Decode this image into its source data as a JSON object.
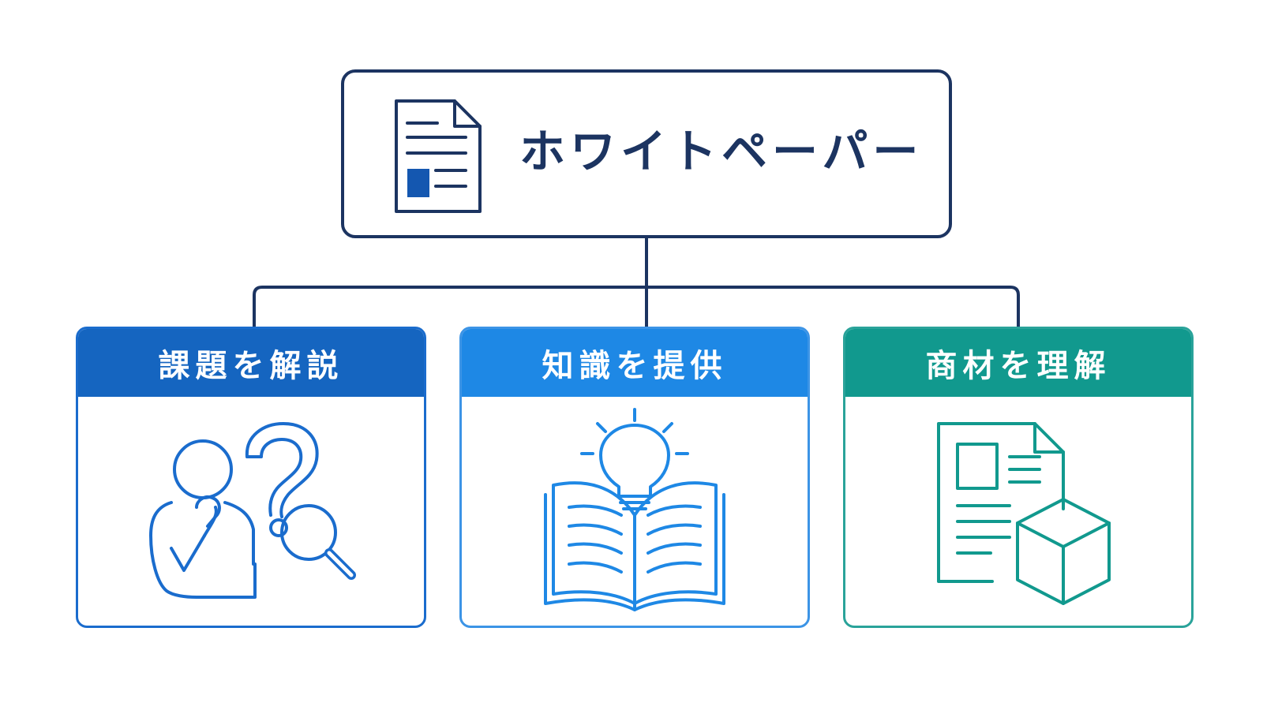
{
  "root": {
    "title": "ホワイトペーパー",
    "icon": "document-icon"
  },
  "cards": [
    {
      "label": "課題を解説",
      "icon": "thinking-person-question-magnifier-icon",
      "color": "#1565c0",
      "border": "#1a6ccd"
    },
    {
      "label": "知識を提供",
      "icon": "book-lightbulb-icon",
      "color": "#1e88e5",
      "border": "#3c94e6"
    },
    {
      "label": "商材を理解",
      "icon": "document-product-box-icon",
      "color": "#11998e",
      "border": "#2aa39a"
    }
  ],
  "colors": {
    "navy": "#1c3461",
    "accent": "#1457b0"
  }
}
